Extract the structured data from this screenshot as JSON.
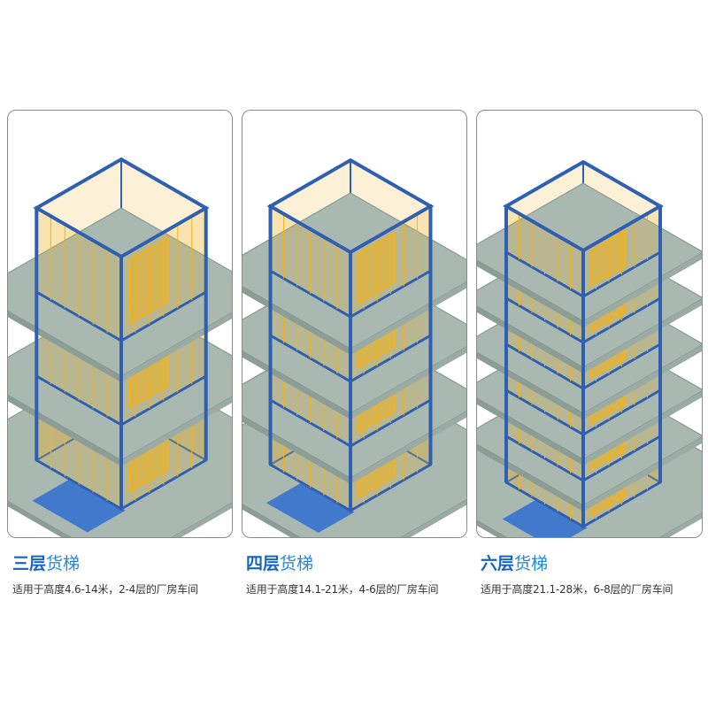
{
  "colors": {
    "frame_blue": "#2f5fb0",
    "mesh_yellow": "#f0b31e",
    "platform_gray": "#a9b9b2",
    "floor_blue": "#2f6fd0",
    "title_blue": "#1565c0"
  },
  "products": [
    {
      "title_prefix": "三层",
      "title_suffix": "货梯",
      "description": "适用于高度4.6-14米，2-4层的厂房车间",
      "floors": 3
    },
    {
      "title_prefix": "四层",
      "title_suffix": "货梯",
      "description": "适用于高度14.1-21米，4-6层的厂房车间",
      "floors": 4
    },
    {
      "title_prefix": "六层",
      "title_suffix": "货梯",
      "description": "适用于高度21.1-28米，6-8层的厂房车间",
      "floors": 6
    }
  ]
}
